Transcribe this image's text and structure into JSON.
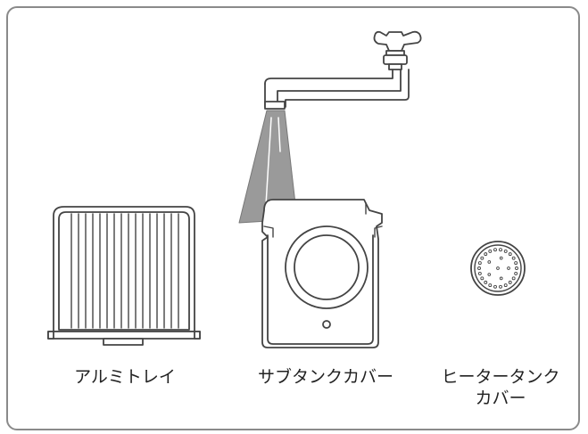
{
  "labels": {
    "aluminum_tray": "アルミトレイ",
    "sub_tank_cover": "サブタンクカバー",
    "heater_tank_cover_line1": "ヒータータンク",
    "heater_tank_cover_line2": "カバー"
  },
  "colors": {
    "stroke": "#444444",
    "water": "#9a9a9a",
    "frame": "#8a8a8a"
  },
  "icons": [
    "faucet-icon",
    "water-stream-icon",
    "aluminum-tray-icon",
    "sub-tank-cover-icon",
    "heater-tank-cover-icon"
  ]
}
